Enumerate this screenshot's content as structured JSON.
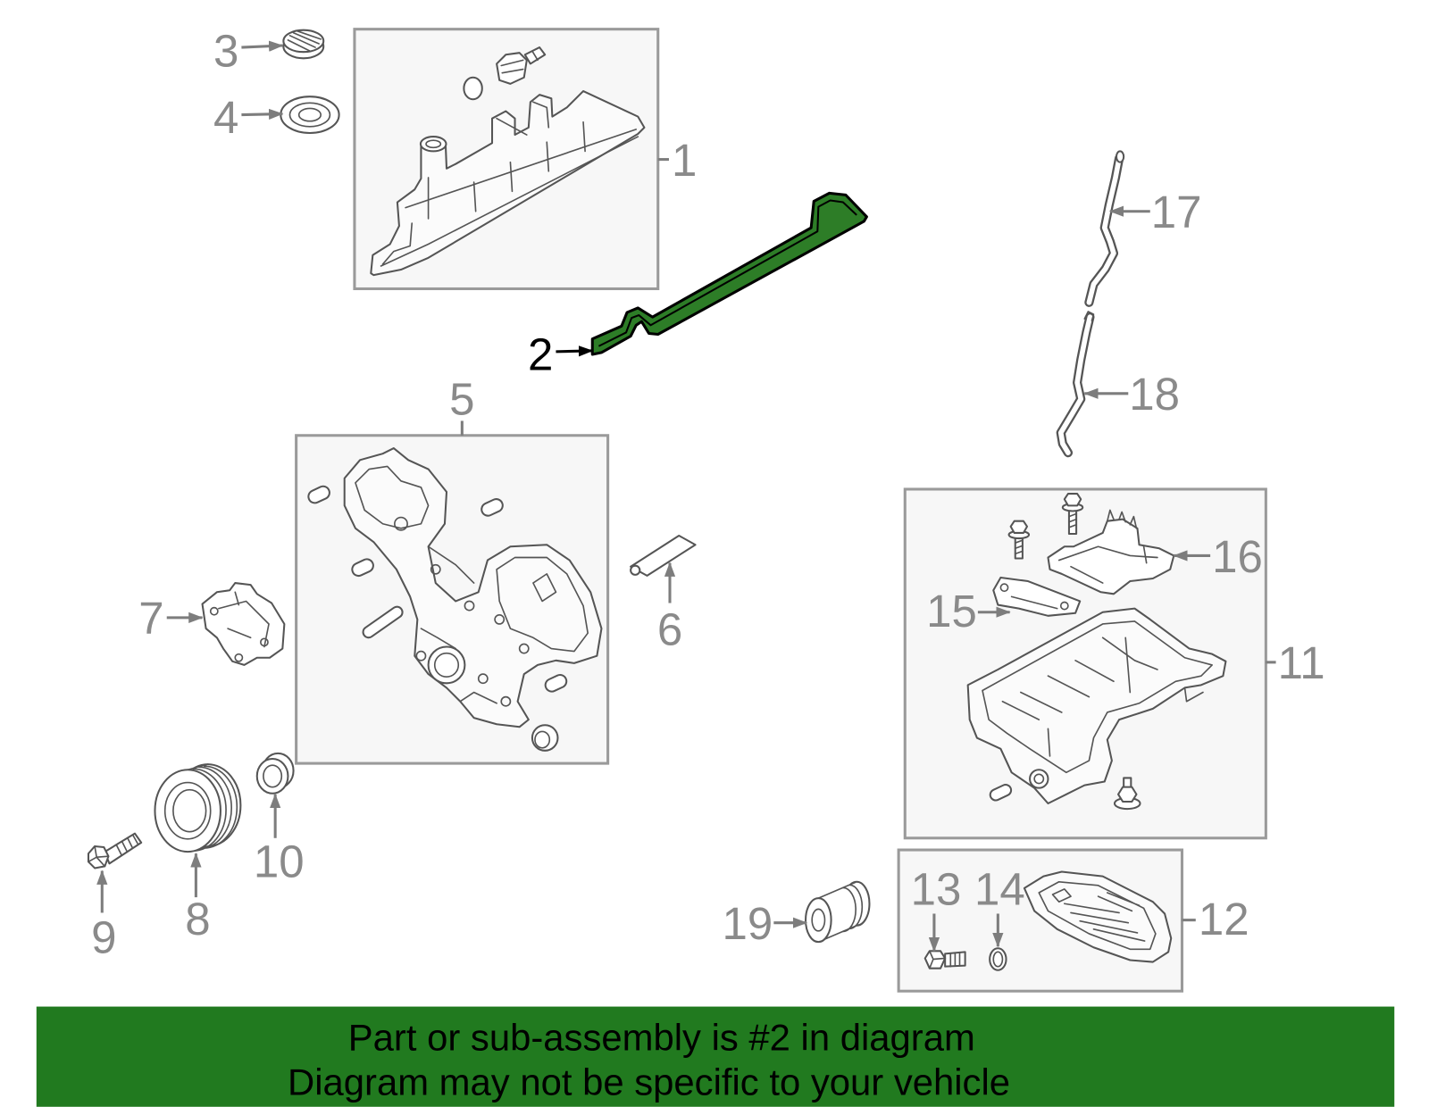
{
  "colors": {
    "highlight": "#2d7d27",
    "banner": "#217a1f"
  },
  "diagram": {
    "callouts": [
      "1",
      "2",
      "3",
      "4",
      "5",
      "6",
      "7",
      "8",
      "9",
      "10",
      "11",
      "12",
      "13",
      "14",
      "15",
      "16",
      "17",
      "18",
      "19"
    ]
  },
  "banner": {
    "line1": "Part or sub-assembly is #2 in diagram",
    "line2": "Diagram may not be specific to your vehicle"
  }
}
